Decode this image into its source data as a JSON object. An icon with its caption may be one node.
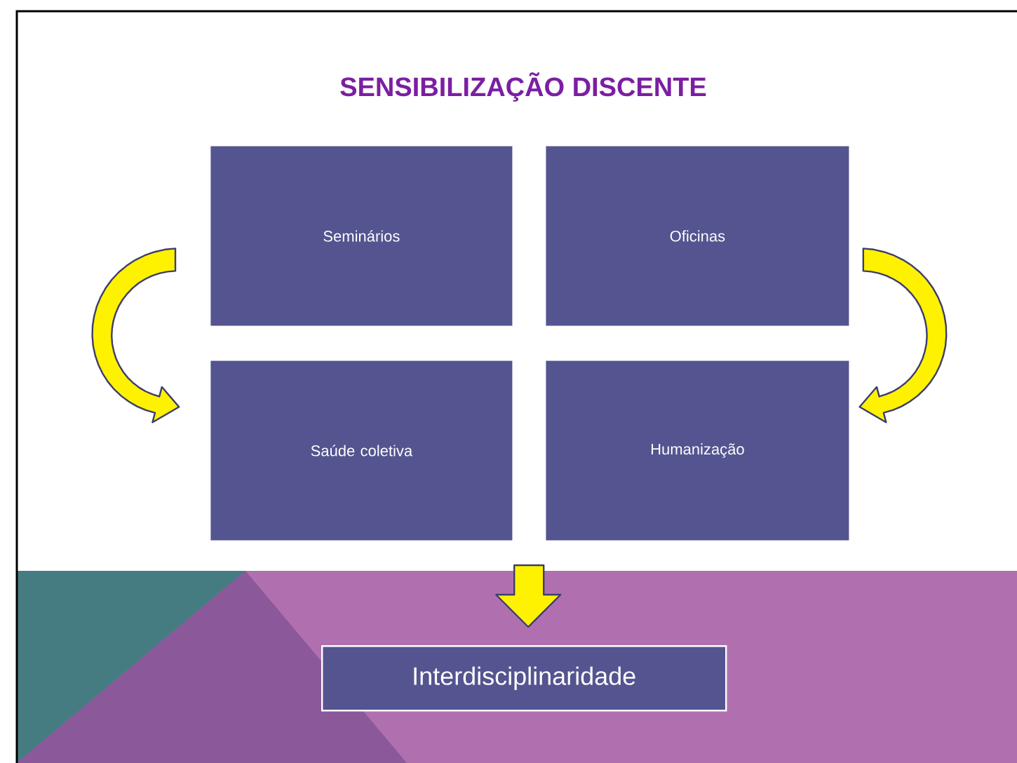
{
  "diagram": {
    "title": "SENSIBILIZAÇÃO DISCENTE",
    "nodes": [
      {
        "text": [
          "Seminários"
        ]
      },
      {
        "text": [
          "Oficinas"
        ]
      },
      {
        "text": [
          "Saúde coletiva"
        ]
      },
      {
        "text": [
          "Humanização"
        ]
      },
      {
        "text": [
          "Interdisciplinaridade"
        ]
      }
    ],
    "edges": [
      {
        "from": 0,
        "to": 2,
        "arrow": "to"
      },
      {
        "from": 1,
        "to": 3,
        "arrow": "to"
      },
      {
        "from": null,
        "to": 4,
        "arrow": "to"
      }
    ]
  }
}
